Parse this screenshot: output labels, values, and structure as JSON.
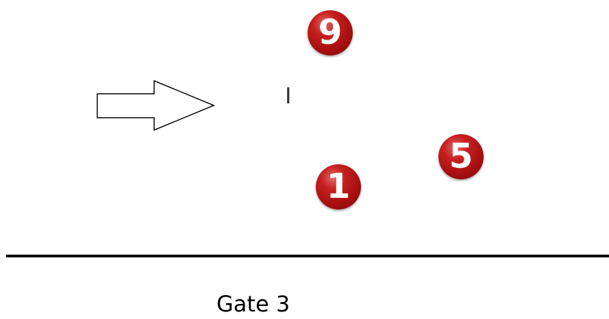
{
  "balls": [
    {
      "number": "9"
    },
    {
      "number": "5"
    },
    {
      "number": "1"
    }
  ],
  "cursor_glyph": "I",
  "gate": {
    "label": "Gate 3"
  },
  "colors": {
    "ball": "#b31414",
    "number": "#ffffff",
    "line": "#000000",
    "arrow_outline": "#000000"
  },
  "icons": {
    "direction": "right-arrow-icon",
    "cursor": "text-cursor-icon"
  }
}
